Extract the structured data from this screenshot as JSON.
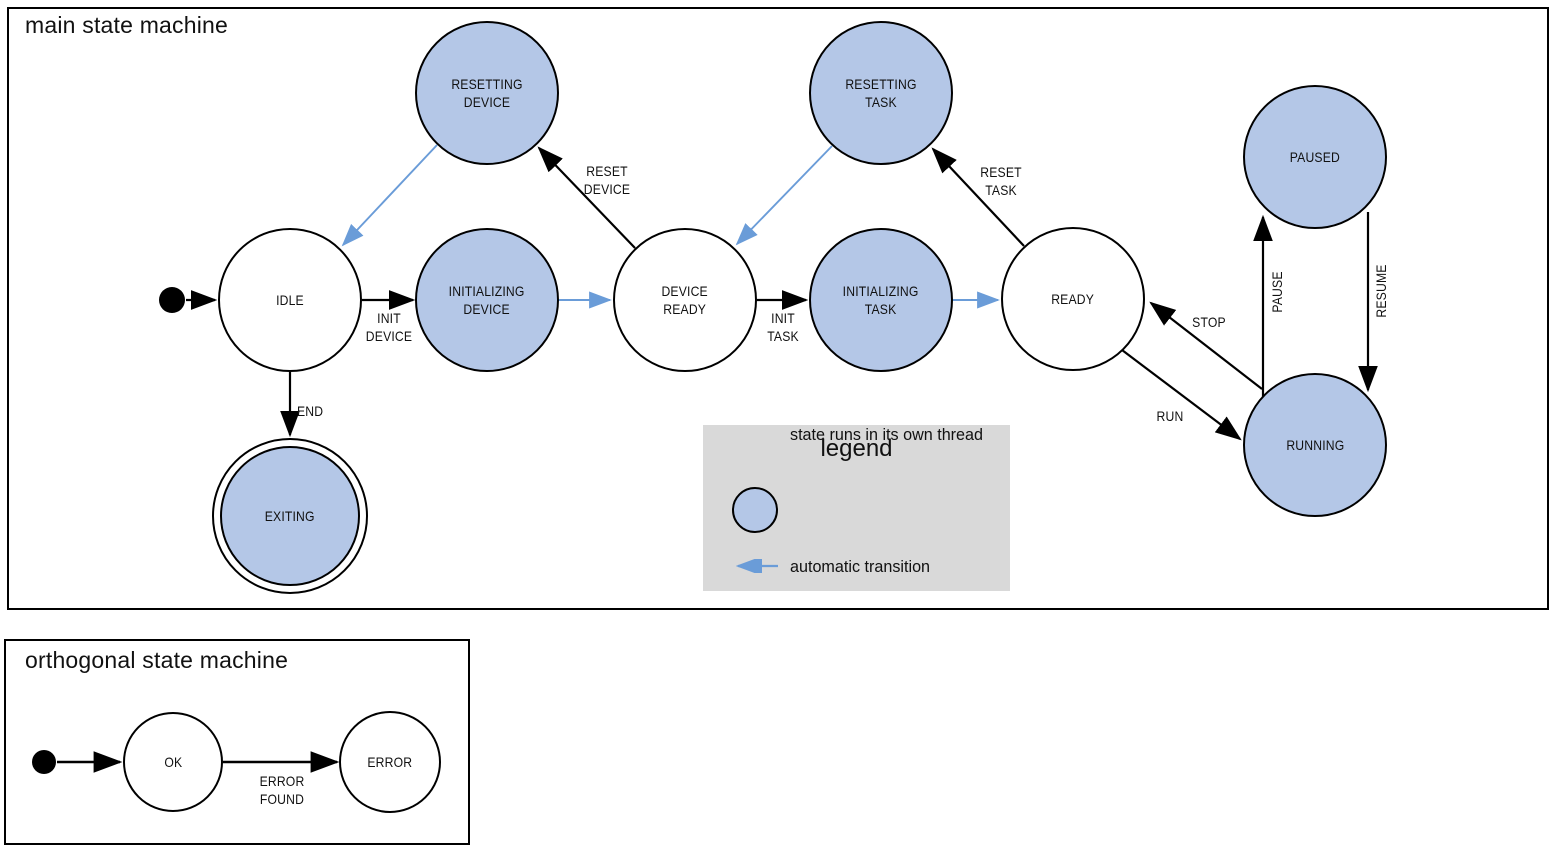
{
  "colors": {
    "threaded_state_fill": "#b4c7e7",
    "state_border": "#000000",
    "automatic_transition": "#6a9cd8",
    "legend_background": "#d9d9d9"
  },
  "main": {
    "title": "main state machine",
    "states": [
      {
        "id": "idle",
        "label": "IDLE",
        "threaded": false
      },
      {
        "id": "initializing-device",
        "label": "INITIALIZING\nDEVICE",
        "threaded": true
      },
      {
        "id": "device-ready",
        "label": "DEVICE\nREADY",
        "threaded": false
      },
      {
        "id": "initializing-task",
        "label": "INITIALIZING\nTASK",
        "threaded": true
      },
      {
        "id": "ready",
        "label": "READY",
        "threaded": false
      },
      {
        "id": "resetting-device",
        "label": "RESETTING\nDEVICE",
        "threaded": true
      },
      {
        "id": "resetting-task",
        "label": "RESETTING\nTASK",
        "threaded": true
      },
      {
        "id": "paused",
        "label": "PAUSED",
        "threaded": true
      },
      {
        "id": "running",
        "label": "RUNNING",
        "threaded": true
      },
      {
        "id": "exiting",
        "label": "EXITING",
        "threaded": true,
        "final": true
      }
    ],
    "transitions": [
      {
        "id": "start",
        "from": "initial",
        "to": "idle",
        "label": ""
      },
      {
        "id": "init-device",
        "from": "idle",
        "to": "initializing-device",
        "label": "INIT\nDEVICE"
      },
      {
        "id": "auto-device-ready",
        "from": "initializing-device",
        "to": "device-ready",
        "label": "",
        "automatic": true
      },
      {
        "id": "init-task",
        "from": "device-ready",
        "to": "initializing-task",
        "label": "INIT\nTASK"
      },
      {
        "id": "auto-ready",
        "from": "initializing-task",
        "to": "ready",
        "label": "",
        "automatic": true
      },
      {
        "id": "reset-device",
        "from": "device-ready",
        "to": "resetting-device",
        "label": "RESET\nDEVICE"
      },
      {
        "id": "auto-idle",
        "from": "resetting-device",
        "to": "idle",
        "label": "",
        "automatic": true
      },
      {
        "id": "reset-task",
        "from": "ready",
        "to": "resetting-task",
        "label": "RESET\nTASK"
      },
      {
        "id": "auto-device-ready-2",
        "from": "resetting-task",
        "to": "device-ready",
        "label": "",
        "automatic": true
      },
      {
        "id": "end",
        "from": "idle",
        "to": "exiting",
        "label": "END"
      },
      {
        "id": "run",
        "from": "ready",
        "to": "running",
        "label": "RUN"
      },
      {
        "id": "stop",
        "from": "running",
        "to": "ready",
        "label": "STOP"
      },
      {
        "id": "pause",
        "from": "running",
        "to": "paused",
        "label": "PAUSE"
      },
      {
        "id": "resume",
        "from": "paused",
        "to": "running",
        "label": "RESUME"
      }
    ]
  },
  "legend": {
    "title": "legend",
    "items": [
      {
        "symbol": "threaded-state-circle",
        "label": "state runs in its own thread"
      },
      {
        "symbol": "automatic-transition-arrow",
        "label": "automatic transition"
      }
    ]
  },
  "orthogonal": {
    "title": "orthogonal state machine",
    "states": [
      {
        "id": "ok",
        "label": "OK",
        "threaded": false
      },
      {
        "id": "error",
        "label": "ERROR",
        "threaded": false
      }
    ],
    "transitions": [
      {
        "id": "start",
        "from": "initial",
        "to": "ok",
        "label": ""
      },
      {
        "id": "error-found",
        "from": "ok",
        "to": "error",
        "label": "ERROR\nFOUND"
      }
    ]
  }
}
